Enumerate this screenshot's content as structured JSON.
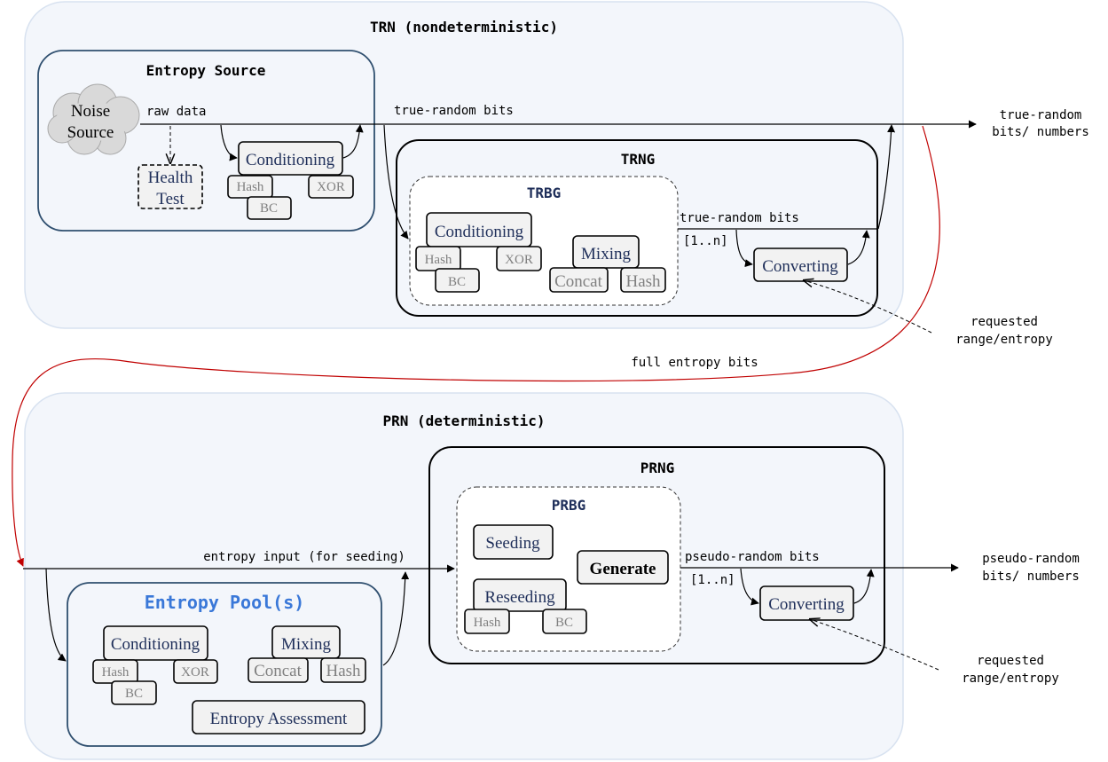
{
  "trn": {
    "title": "TRN (nondeterministic)",
    "entropy_source": {
      "title": "Entropy Source",
      "noise_source": [
        "Noise",
        "Source"
      ],
      "health_test": [
        "Health",
        "Test"
      ],
      "conditioning": "Conditioning",
      "hash": "Hash",
      "xor": "XOR",
      "bc": "BC"
    },
    "labels": {
      "raw_data": "raw data",
      "true_random_bits": "true-random bits",
      "true_random_bits_2": "true-random bits",
      "range": "[1..n]",
      "output": [
        "true-random",
        "bits/ numbers"
      ],
      "requested": [
        "requested",
        "range/entropy"
      ]
    },
    "trng": {
      "title": "TRNG",
      "trbg": {
        "title": "TRBG",
        "conditioning": "Conditioning",
        "hash": "Hash",
        "xor": "XOR",
        "bc": "BC",
        "mixing": "Mixing",
        "concat": "Concat",
        "hash2": "Hash"
      },
      "converting": "Converting"
    }
  },
  "full_entropy_bits": "full entropy bits",
  "prn": {
    "title": "PRN (deterministic)",
    "labels": {
      "entropy_input": "entropy input (for seeding)",
      "pseudo_random_bits": "pseudo-random bits",
      "range": "[1..n]",
      "output": [
        "pseudo-random",
        "bits/ numbers"
      ],
      "requested": [
        "requested",
        "range/entropy"
      ]
    },
    "entropy_pool": {
      "title": "Entropy Pool(s)",
      "conditioning": "Conditioning",
      "hash": "Hash",
      "xor": "XOR",
      "bc": "BC",
      "mixing": "Mixing",
      "concat": "Concat",
      "hash2": "Hash",
      "assessment": "Entropy Assessment"
    },
    "prng": {
      "title": "PRNG",
      "prbg": {
        "title": "PRBG",
        "seeding": "Seeding",
        "reseeding": "Reseeding",
        "generate": "Generate",
        "hash": "Hash",
        "bc": "BC"
      },
      "converting": "Converting"
    }
  }
}
